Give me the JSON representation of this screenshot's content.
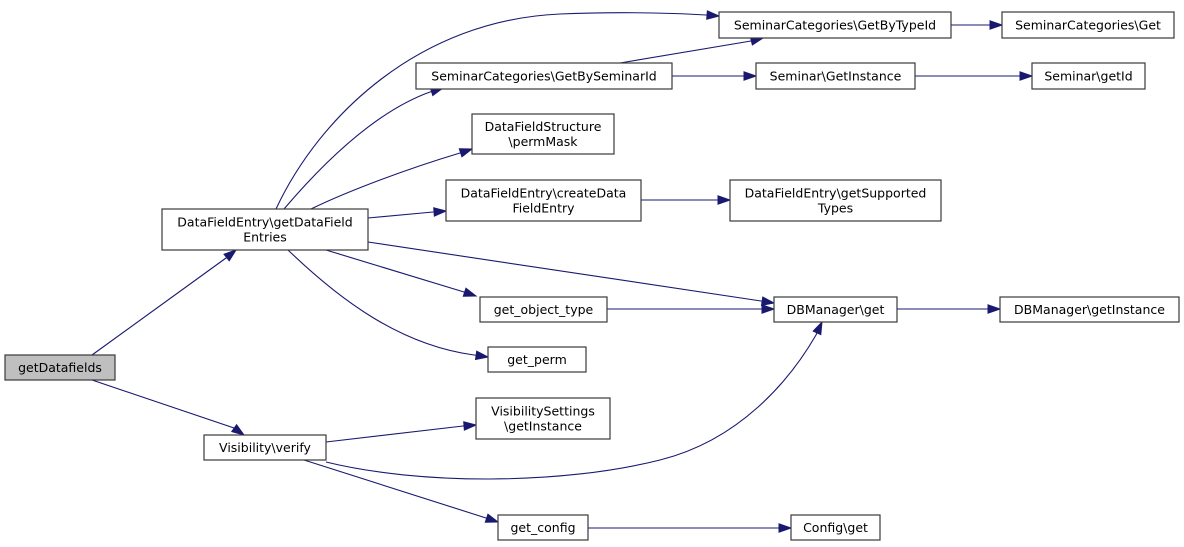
{
  "diagram": {
    "type": "call-graph",
    "colors": {
      "edge": "#191970",
      "node_border": "#3a3a3a",
      "root_fill": "#bfbfbf",
      "node_fill": "#ffffff"
    },
    "nodes": [
      {
        "id": "getDatafields",
        "lines": [
          "getDatafields"
        ],
        "root": true
      },
      {
        "id": "dfe_getDataFieldEntries",
        "lines": [
          "DataFieldEntry\\getDataField",
          "Entries"
        ]
      },
      {
        "id": "vis_verify",
        "lines": [
          "Visibility\\verify"
        ]
      },
      {
        "id": "sc_GetByTypeId",
        "lines": [
          "SeminarCategories\\GetByTypeId"
        ]
      },
      {
        "id": "sc_Get",
        "lines": [
          "SeminarCategories\\Get"
        ]
      },
      {
        "id": "sc_GetBySeminarId",
        "lines": [
          "SeminarCategories\\GetBySeminarId"
        ]
      },
      {
        "id": "sem_GetInstance",
        "lines": [
          "Seminar\\GetInstance"
        ]
      },
      {
        "id": "sem_getId",
        "lines": [
          "Seminar\\getId"
        ]
      },
      {
        "id": "dfs_permMask",
        "lines": [
          "DataFieldStructure",
          "\\permMask"
        ]
      },
      {
        "id": "dfe_createDataFieldEntry",
        "lines": [
          "DataFieldEntry\\createData",
          "FieldEntry"
        ]
      },
      {
        "id": "dfe_getSupportedTypes",
        "lines": [
          "DataFieldEntry\\getSupported",
          "Types"
        ]
      },
      {
        "id": "get_object_type",
        "lines": [
          "get_object_type"
        ]
      },
      {
        "id": "dbm_get",
        "lines": [
          "DBManager\\get"
        ]
      },
      {
        "id": "dbm_getInstance",
        "lines": [
          "DBManager\\getInstance"
        ]
      },
      {
        "id": "get_perm",
        "lines": [
          "get_perm"
        ]
      },
      {
        "id": "vs_getInstance",
        "lines": [
          "VisibilitySettings",
          "\\getInstance"
        ]
      },
      {
        "id": "get_config",
        "lines": [
          "get_config"
        ]
      },
      {
        "id": "config_get",
        "lines": [
          "Config\\get"
        ]
      }
    ],
    "edges": [
      {
        "from": "getDatafields",
        "to": "dfe_getDataFieldEntries"
      },
      {
        "from": "getDatafields",
        "to": "vis_verify"
      },
      {
        "from": "dfe_getDataFieldEntries",
        "to": "sc_GetByTypeId"
      },
      {
        "from": "dfe_getDataFieldEntries",
        "to": "sc_GetBySeminarId"
      },
      {
        "from": "dfe_getDataFieldEntries",
        "to": "dfs_permMask"
      },
      {
        "from": "dfe_getDataFieldEntries",
        "to": "dfe_createDataFieldEntry"
      },
      {
        "from": "dfe_getDataFieldEntries",
        "to": "dbm_get"
      },
      {
        "from": "dfe_getDataFieldEntries",
        "to": "get_object_type"
      },
      {
        "from": "dfe_getDataFieldEntries",
        "to": "get_perm"
      },
      {
        "from": "sc_GetBySeminarId",
        "to": "sc_GetByTypeId"
      },
      {
        "from": "sc_GetBySeminarId",
        "to": "sem_GetInstance"
      },
      {
        "from": "sc_GetByTypeId",
        "to": "sc_Get"
      },
      {
        "from": "sem_GetInstance",
        "to": "sem_getId"
      },
      {
        "from": "dfe_createDataFieldEntry",
        "to": "dfe_getSupportedTypes"
      },
      {
        "from": "get_object_type",
        "to": "dbm_get"
      },
      {
        "from": "dbm_get",
        "to": "dbm_getInstance"
      },
      {
        "from": "vis_verify",
        "to": "vs_getInstance"
      },
      {
        "from": "vis_verify",
        "to": "dbm_get"
      },
      {
        "from": "vis_verify",
        "to": "get_config"
      },
      {
        "from": "get_config",
        "to": "config_get"
      }
    ]
  }
}
